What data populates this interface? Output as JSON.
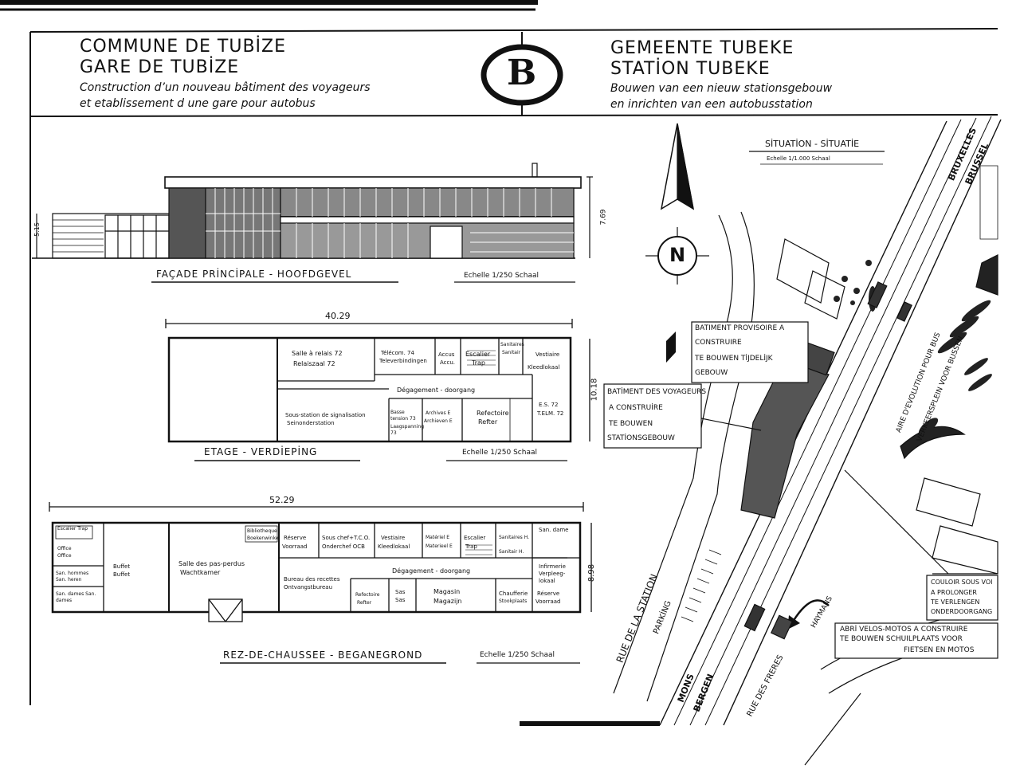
{
  "header": {
    "fr_line1": "COMMUNE DE TUBİZE",
    "fr_line2": "GARE DE TUBİZE",
    "fr_desc1": "Construction d’un nouveau bâtiment des voyageurs",
    "fr_desc2": "et etablissement d une gare pour autobus",
    "nl_line1": "GEMEENTE TUBEKE",
    "nl_line2": "STATİON TUBEKE",
    "nl_desc1": "Bouwen van een nieuw stationsgebouw",
    "nl_desc2": "en inrichten van een autobusstation",
    "logo_letter": "B"
  },
  "facade": {
    "title": "FAÇADE PRİNCİPALE - HOOFDGEVEL",
    "scale": "Echelle 1/250 Schaal",
    "dim_left": "5.15",
    "dim_right": "7.69"
  },
  "etage": {
    "title": "ETAGE - VERDİEPİNG",
    "scale": "Echelle 1/250 Schaal",
    "width": "40.29",
    "depth": "10.18",
    "rooms": {
      "salle_relais": "Salle à relais 72",
      "relaiszaal": "Relaiszaal 72",
      "telecom": "Télécom. 74",
      "televerbindingen": "Televerbindingen",
      "accus": "Accus",
      "accu": "Accu.",
      "escalier": "Escalier",
      "trap": "Trap",
      "sanitaires": "Sanitaires",
      "sanitair": "Sanitair",
      "vestiaire": "Vestiaire",
      "kleedlokaal": "Kleedlokaal",
      "degagement": "Dégagement - doorgang",
      "es72": "E.S. 72",
      "telm72": "T.ELM. 72",
      "sous_station": "Sous-station de signalisation",
      "seinonderstation": "Seinonderstation",
      "basse_tension": "Basse tension 73",
      "laagspanning": "Laagspanning 73",
      "archives": "Archives E",
      "archieven": "Archieven E",
      "refectoire": "Refectoire",
      "refter": "Refter"
    }
  },
  "rdc": {
    "title": "REZ-DE-CHAUSSEE - BEGANEGROND",
    "scale": "Echelle 1/250 Schaal",
    "width": "52.29",
    "depth": "8.98",
    "rooms": {
      "escalier_trap": "Escalier Trap",
      "office": "Office Office",
      "san_hommes": "San. hommes San. heren",
      "san_dames": "San. dames San. dames",
      "buffet": "Buffet",
      "buffet_nl": "Buffet",
      "pas_perdus": "Salle des pas-perdus",
      "wachtkamer": "Wachtkamer",
      "bibliotheque": "Bibliotheque",
      "boekenwinkel": "Boekenwinkel",
      "reserve": "Réserve",
      "voorraad": "Voorraad",
      "sous_chef": "Sous chef+T.C.O.",
      "onderchef": "Onderchef OCB",
      "vestiaire": "Vestiaire",
      "kleedlokaal": "Kleedlokaal",
      "materiel": "Matériel E",
      "materieel": "Materieel E",
      "escalier2": "Escalier",
      "trap2": "Trap",
      "sanitaires": "Sanitaires H.",
      "sanitair": "Sanitair H.",
      "san_dame": "San. dame",
      "infirmerie": "Infirmerie",
      "verpleeg": "Verpleeg-lokaal",
      "degagement": "Dégagement - doorgang",
      "bureau_recettes": "Bureau des recettes",
      "ontvangstbureau": "Ontvangstbureau",
      "refectoire": "Refectoire",
      "refter": "Refter",
      "sas": "Sas",
      "sas_nl": "Sas",
      "magasin": "Magasin",
      "magazijn": "Magazijn",
      "chaufferie": "Chaufferie",
      "stookplaats": "Stookplaats",
      "reserve2": "Réserve",
      "voorraad2": "Voorraad"
    }
  },
  "situation": {
    "title": "SİTUATİON - SİTUATİE",
    "scale": "Echelle 1/1.000 Schaal",
    "north": "N",
    "bruxelles": "BRUXELLES",
    "brussel": "BRUSSEL",
    "batiment_prov_1": "BATIMENT PROVISOIRE A",
    "batiment_prov_2": "CONSTRUIRE",
    "batiment_prov_3": "TE BOUWEN TİJDELİJK",
    "batiment_prov_4": "GEBOUW",
    "batiment_voy_1": "BATİMENT DES VOYAGEURS",
    "batiment_voy_2": "A CONSTRUİRE",
    "batiment_voy_3": "TE BOUWEN",
    "batiment_voy_4": "STATİONSGEBOUW",
    "aire_1": "AIRE D'EVOLUTION POUR BUS",
    "aire_2": "VERKEERSPLEIN VOOR BUSSEN",
    "couloir_1": "COULOIR SOUS VOI",
    "couloir_2": "A PROLONGER",
    "couloir_3": "TE VERLENGEN",
    "couloir_4": "ONDERDOORGANG",
    "abri_1": "ABRİ VELOS-MOTOS A CONSTRUIRE",
    "abri_2": "TE BOUWEN SCHUILPLAATS VOOR",
    "abri_3": "FIETSEN EN MOTOS",
    "rue_station": "RUE DE LA STATION",
    "parking": "PARKİNG",
    "mons": "MONS",
    "bergen": "BERGEN",
    "rue_freres": "RUE DES FRERES",
    "haymans": "HAYMANS"
  }
}
